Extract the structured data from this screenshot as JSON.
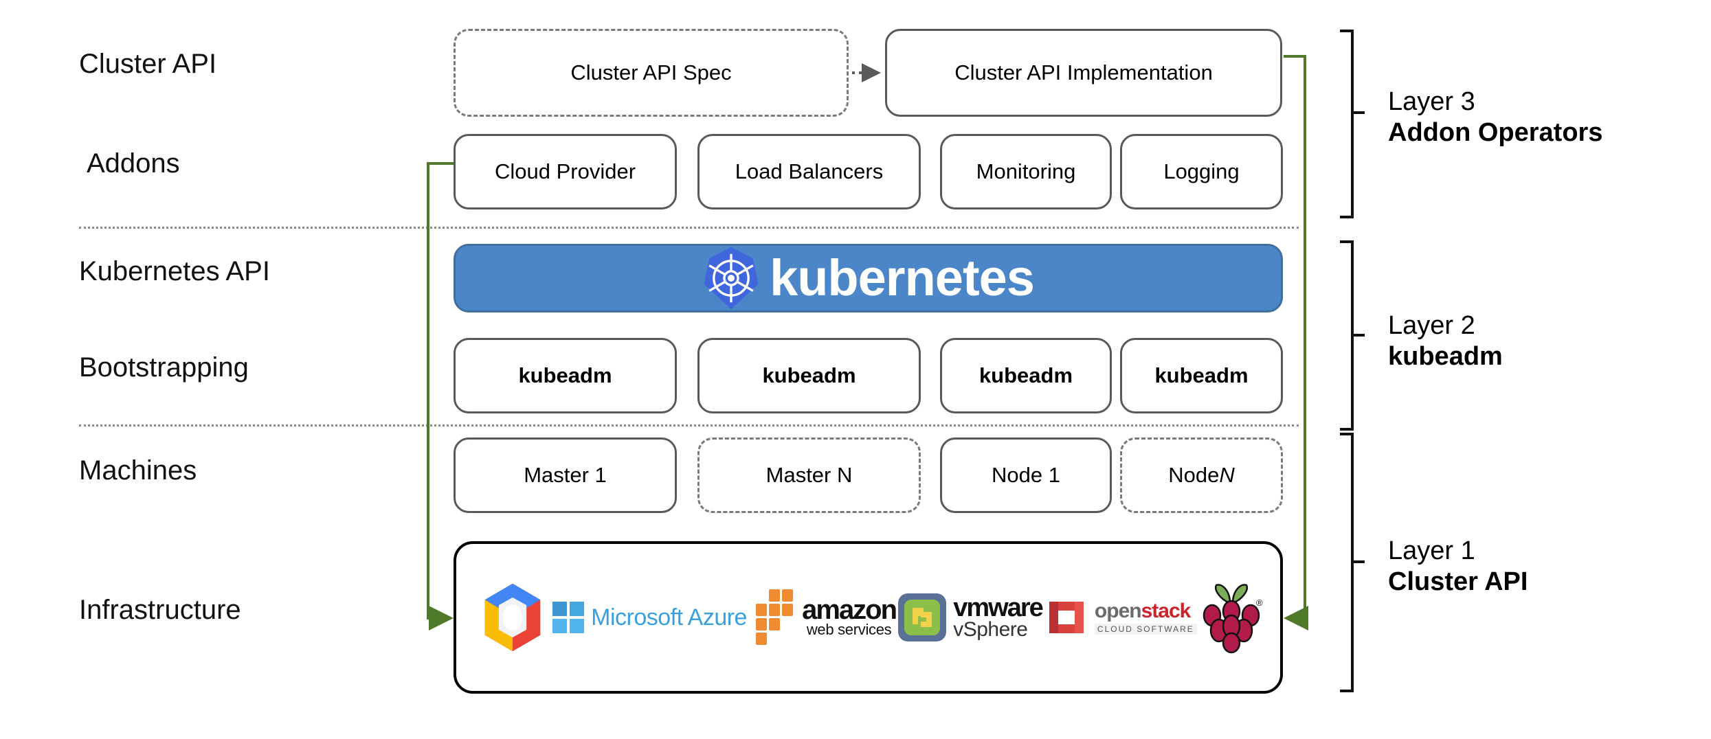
{
  "row_labels": [
    {
      "text": "Cluster API"
    },
    {
      "text": "Addons"
    },
    {
      "text": "Kubernetes API"
    },
    {
      "text": "Bootstrapping"
    },
    {
      "text": "Machines"
    },
    {
      "text": "Infrastructure"
    }
  ],
  "cluster_api_row": {
    "spec_box": "Cluster API Spec",
    "implementation_box": "Cluster API Implementation"
  },
  "addons_row": [
    "Cloud Provider",
    "Load Balancers",
    "Monitoring",
    "Logging"
  ],
  "kubernetes_banner": {
    "wordmark": "kubernetes",
    "bg_color": "#4a86c8",
    "logo_color": "#4066dd",
    "icon": "kubernetes-helm-icon"
  },
  "bootstrapping_row": [
    "kubeadm",
    "kubeadm",
    "kubeadm",
    "kubeadm"
  ],
  "machines_row": [
    {
      "label": "Master 1",
      "style": "solid"
    },
    {
      "label": "Master N",
      "style": "dashed"
    },
    {
      "label": "Node 1",
      "style": "solid"
    },
    {
      "label": "Node ",
      "italic_suffix": "N",
      "style": "dashed"
    }
  ],
  "infrastructure_logos": [
    {
      "name": "google-cloud-platform-logo",
      "text": ""
    },
    {
      "name": "microsoft-azure-logo",
      "text": "Microsoft Azure"
    },
    {
      "name": "amazon-web-services-logo",
      "text_top": "amazon",
      "text_bottom": "web services"
    },
    {
      "name": "vmware-vsphere-logo",
      "text_top": "vmware",
      "text_bottom": "vSphere"
    },
    {
      "name": "openstack-logo",
      "text_top_a": "open",
      "text_top_b": "stack",
      "text_bottom": "CLOUD SOFTWARE"
    },
    {
      "name": "raspberry-pi-logo",
      "text": ""
    }
  ],
  "layer_captions": [
    {
      "number": "Layer 3",
      "name": "Addon Operators"
    },
    {
      "number": "Layer 2",
      "name": "kubeadm"
    },
    {
      "number": "Layer 1",
      "name": "Cluster API"
    }
  ],
  "connectors": {
    "spec_to_impl": "dotted-arrow",
    "left_green_line": "cloud-provider-to-infrastructure",
    "right_green_line": "cluster-api-implementation-to-infrastructure",
    "green_color": "#4f7a2a"
  }
}
